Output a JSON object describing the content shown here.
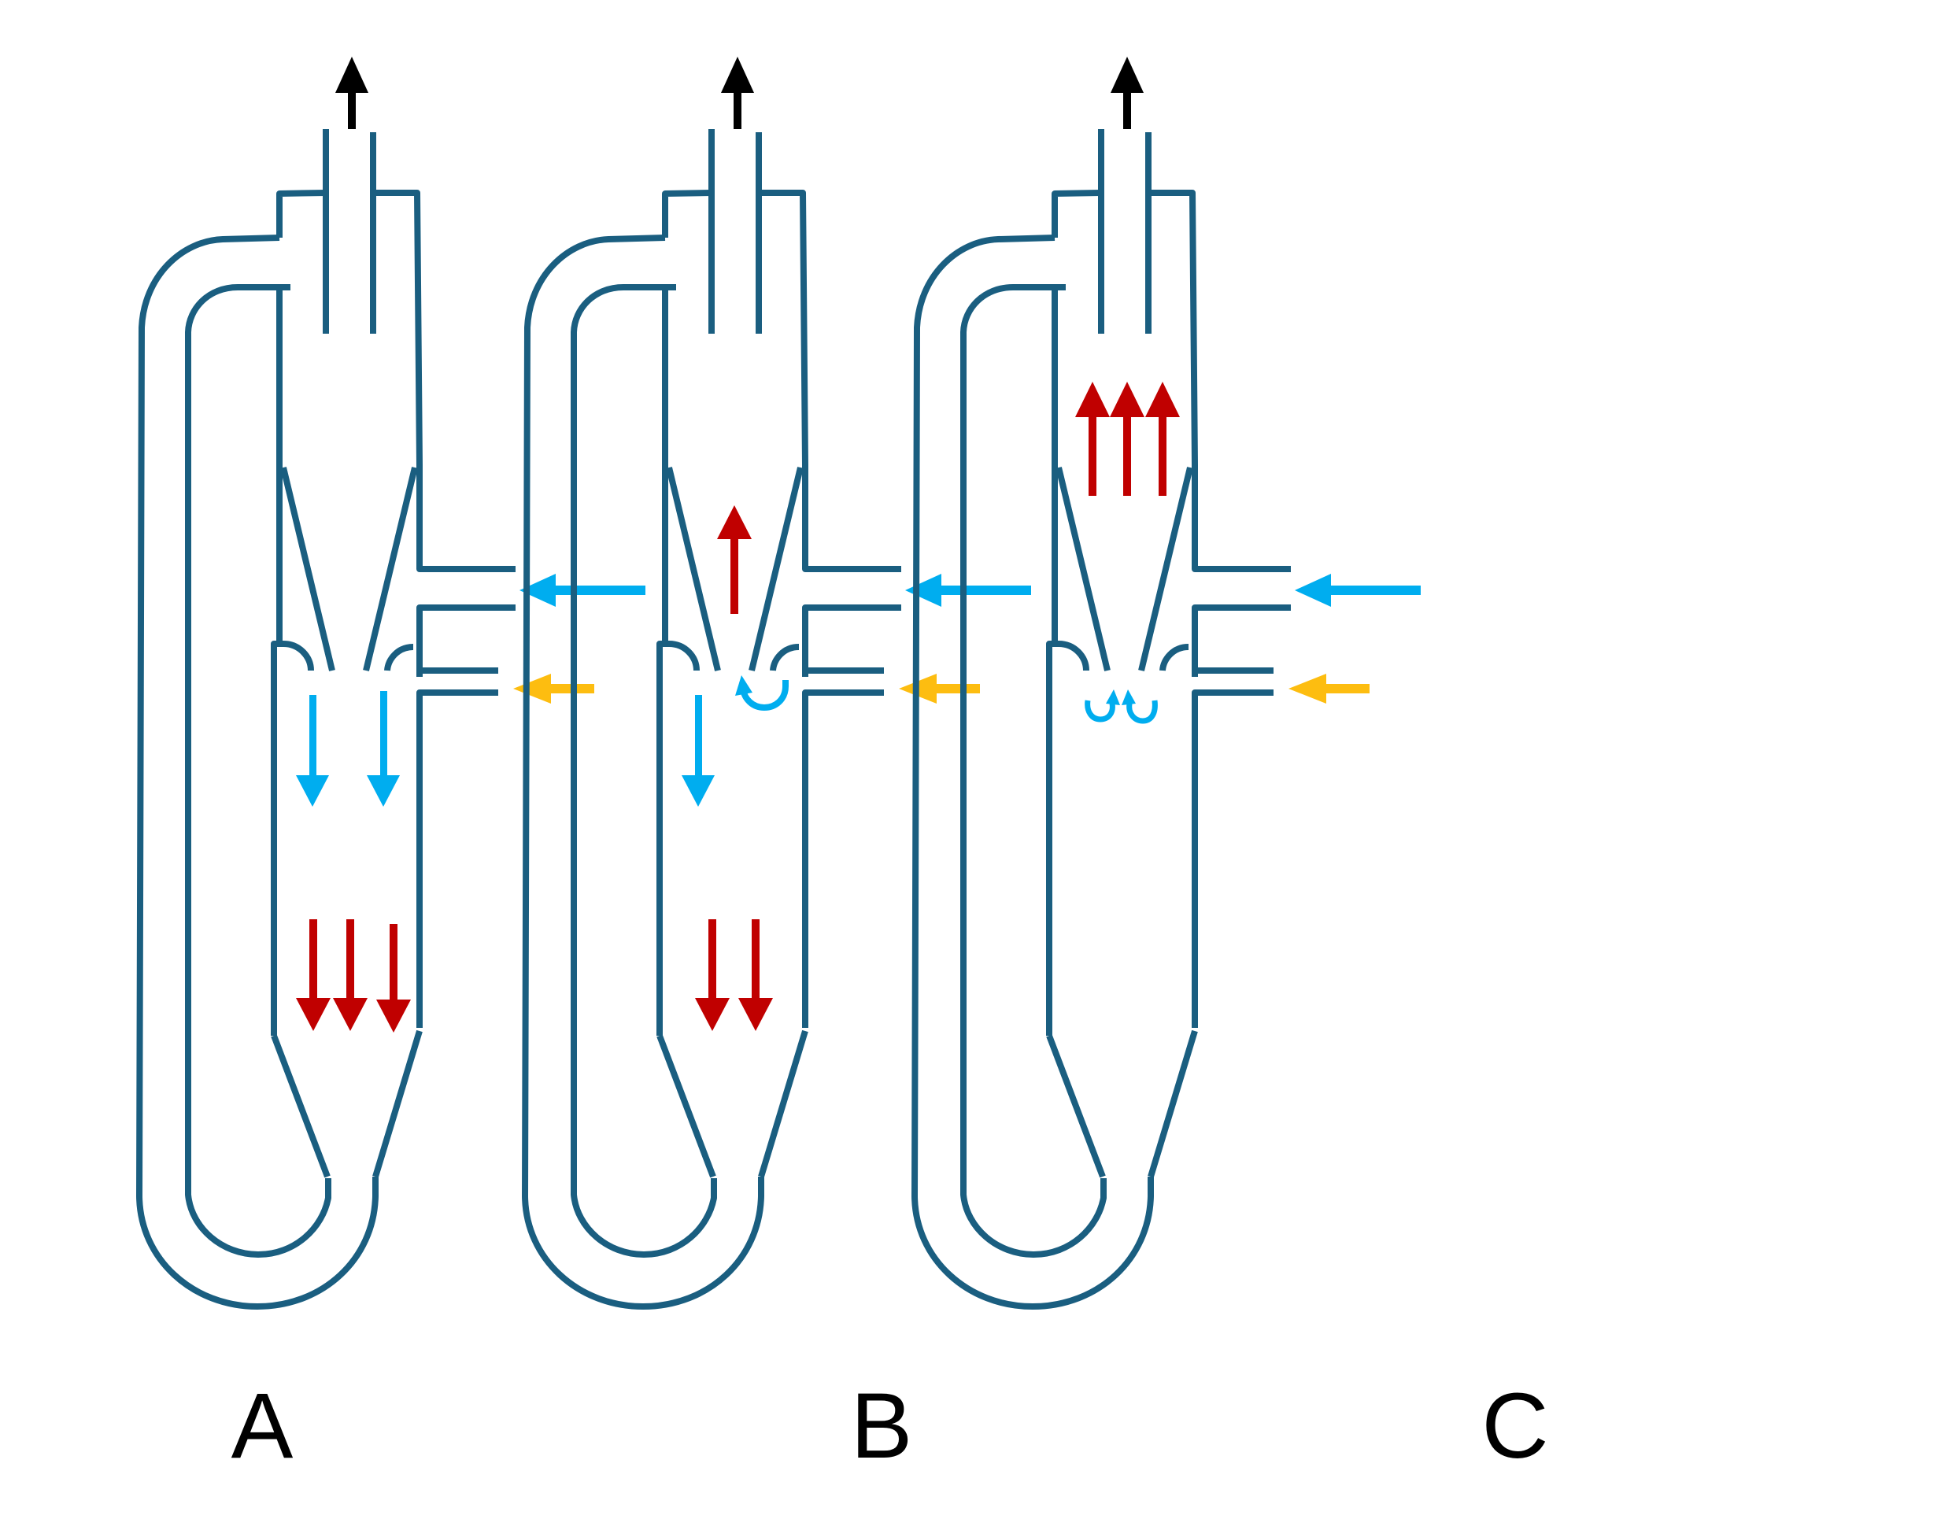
{
  "colors": {
    "pipe": "#1a5e80",
    "blue_flow": "#00adef",
    "yellow_flow": "#fdbd10",
    "red_flow": "#c00000",
    "exhaust": "#000000",
    "label": "#000000"
  },
  "panels": [
    {
      "label": "A",
      "id": "a"
    },
    {
      "label": "B",
      "id": "b"
    },
    {
      "label": "C",
      "id": "c"
    }
  ]
}
